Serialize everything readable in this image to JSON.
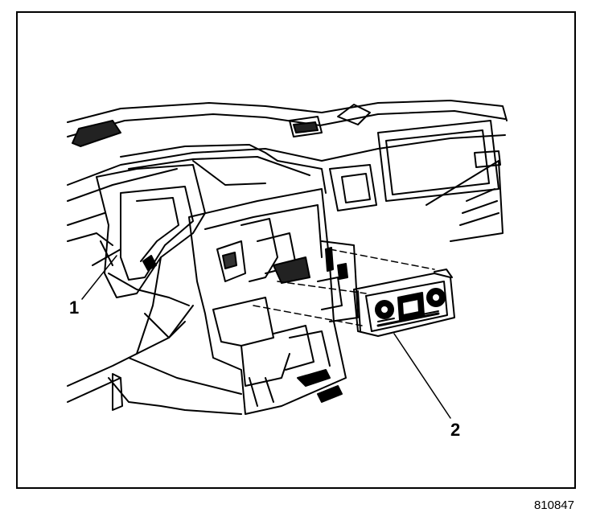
{
  "callouts": [
    {
      "label": "1"
    },
    {
      "label": "2"
    }
  ],
  "figure_id": "810847"
}
